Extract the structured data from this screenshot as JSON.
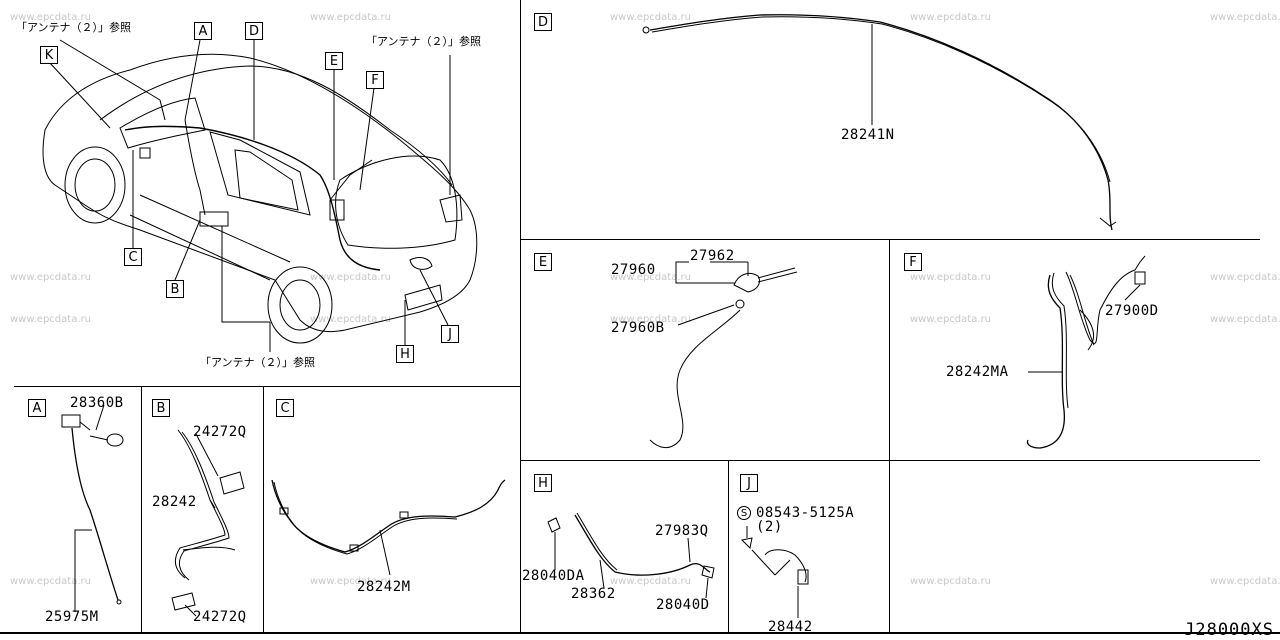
{
  "watermark": "www.epcdata.ru",
  "diagram_code": "J28000XS",
  "overview": {
    "callouts": [
      "A",
      "B",
      "C",
      "D",
      "E",
      "F",
      "H",
      "J",
      "K"
    ],
    "ref_note": "「アンテナ（２）」参照"
  },
  "sections": {
    "A": {
      "letter": "A",
      "parts": [
        "28360B",
        "25975M"
      ]
    },
    "B": {
      "letter": "B",
      "parts": [
        "24272Q",
        "28242",
        "24272Q"
      ]
    },
    "C": {
      "letter": "C",
      "parts": [
        "28242M"
      ]
    },
    "D": {
      "letter": "D",
      "parts": [
        "28241N"
      ]
    },
    "E": {
      "letter": "E",
      "parts": [
        "27962",
        "27960",
        "27960B"
      ]
    },
    "F": {
      "letter": "F",
      "parts": [
        "27900D",
        "28242MA"
      ]
    },
    "H": {
      "letter": "H",
      "parts": [
        "27983Q",
        "28040DA",
        "28362",
        "28040D"
      ]
    },
    "J": {
      "letter": "J",
      "parts": [
        "08543-5125A",
        "(2)",
        "28442"
      ],
      "symbol": "S"
    }
  }
}
